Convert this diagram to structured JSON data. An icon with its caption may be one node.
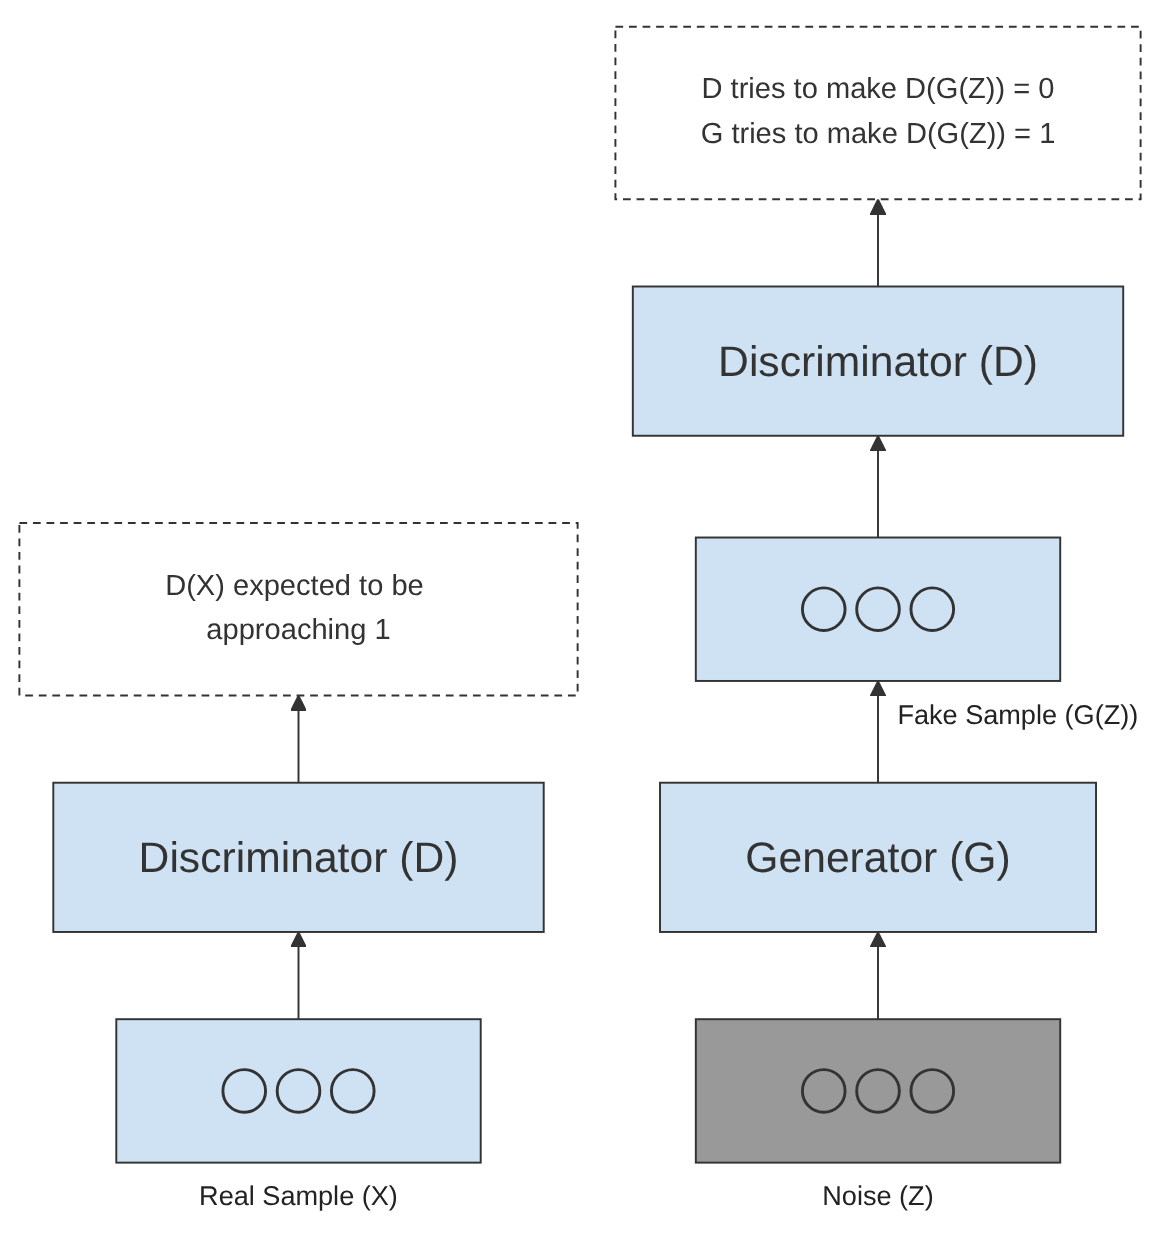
{
  "diagram": {
    "nodes": [
      {
        "text": [
          "D(X) expected to be approaching 1"
        ]
      },
      {
        "text": [
          "Discriminator (D)"
        ]
      },
      {
        "text": [],
        "shape": "box",
        "beside": [
          "Real Sample (X)"
        ]
      },
      {
        "text": [
          "D tries to make D(G(Z)) = 0",
          "G tries to make D(G(Z)) = 1"
        ]
      },
      {
        "text": [
          "Discriminator (D)"
        ]
      },
      {
        "text": [],
        "shape": "box",
        "beside": [
          "Fake Sample (G(Z))"
        ]
      },
      {
        "text": [
          "Generator (G)"
        ]
      },
      {
        "text": [],
        "shape": "box",
        "beside": [
          "Noise (Z)"
        ]
      }
    ],
    "edges": [
      {
        "from": 2,
        "to": 1,
        "arrow": "to"
      },
      {
        "from": 1,
        "to": 0,
        "arrow": "to"
      },
      {
        "from": 7,
        "to": 6,
        "arrow": "to"
      },
      {
        "from": 6,
        "to": 5,
        "arrow": "to"
      },
      {
        "from": 5,
        "to": 4,
        "arrow": "to"
      },
      {
        "from": 4,
        "to": 3,
        "arrow": "to"
      }
    ]
  }
}
